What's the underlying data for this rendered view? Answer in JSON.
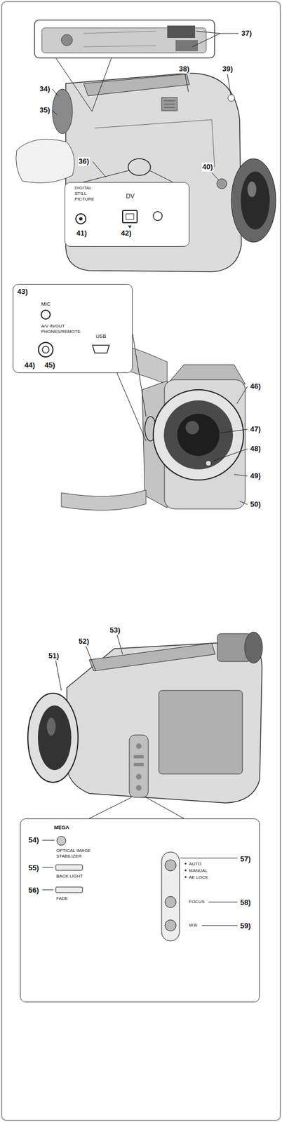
{
  "diagram": {
    "nodes": [
      {
        "text": [
          "DIGITAL STILL PICTURE",
          "DV",
          "41)",
          "42)"
        ]
      },
      {
        "text": [
          "43)",
          "MIC",
          "A/V IN/OUT PHONES/REMOTE",
          "USB",
          "44)",
          "45)"
        ]
      },
      {
        "text": [
          "MEGA",
          "54)",
          "OPTICAL IMAGE STABILIZER",
          "55)",
          "BACK LIGHT",
          "56)",
          "FADE",
          "57)",
          "AUTO",
          "MANUAL",
          "AE LOCK",
          "58)",
          "FOCUS",
          "59)",
          "W.B"
        ]
      }
    ],
    "labels": [
      "37)",
      "34)",
      "35)",
      "38)",
      "39)",
      "36)",
      "40)",
      "46)",
      "47)",
      "48)",
      "49)",
      "50)",
      "51)",
      "52)",
      "53)"
    ]
  }
}
